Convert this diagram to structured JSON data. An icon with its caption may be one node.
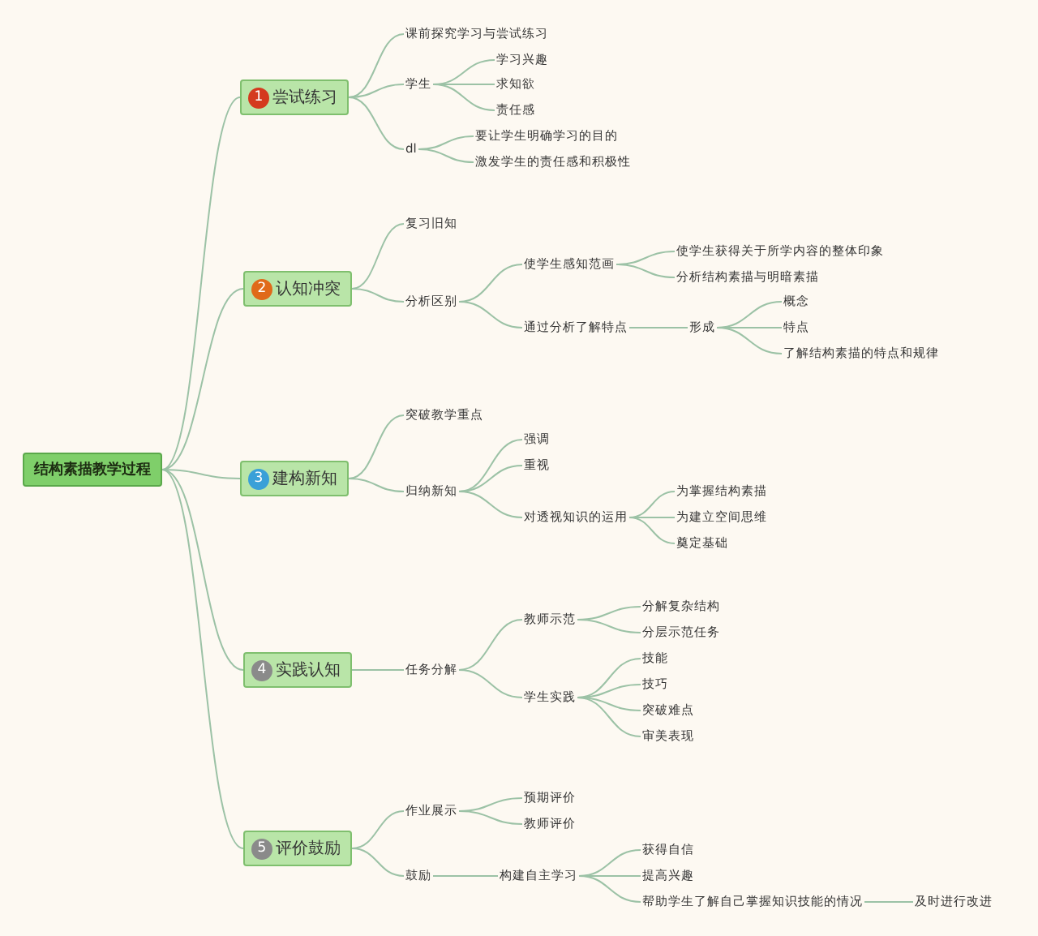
{
  "diagram": {
    "nodes": [
      {
        "text": [
          "结构素描教学过程"
        ]
      },
      {
        "text": [
          "1",
          "尝试练习"
        ]
      },
      {
        "text": [
          "课前探究学习与尝试练习"
        ]
      },
      {
        "text": [
          "学生"
        ]
      },
      {
        "text": [
          "学习兴趣"
        ]
      },
      {
        "text": [
          "求知欲"
        ]
      },
      {
        "text": [
          "责任感"
        ]
      },
      {
        "text": [
          "dl"
        ]
      },
      {
        "text": [
          "要让学生明确学习的目的"
        ]
      },
      {
        "text": [
          "激发学生的责任感和积极性"
        ]
      },
      {
        "text": [
          "2",
          "认知冲突"
        ]
      },
      {
        "text": [
          "复习旧知"
        ]
      },
      {
        "text": [
          "分析区别"
        ]
      },
      {
        "text": [
          "使学生感知范画"
        ]
      },
      {
        "text": [
          "使学生获得关于所学内容的整体印象"
        ]
      },
      {
        "text": [
          "分析结构素描与明暗素描"
        ]
      },
      {
        "text": [
          "通过分析了解特点"
        ]
      },
      {
        "text": [
          "形成"
        ]
      },
      {
        "text": [
          "概念"
        ]
      },
      {
        "text": [
          "特点"
        ]
      },
      {
        "text": [
          "了解结构素描的特点和规律"
        ]
      },
      {
        "text": [
          "3",
          "建构新知"
        ]
      },
      {
        "text": [
          "突破教学重点"
        ]
      },
      {
        "text": [
          "归纳新知"
        ]
      },
      {
        "text": [
          "强调"
        ]
      },
      {
        "text": [
          "重视"
        ]
      },
      {
        "text": [
          "对透视知识的运用"
        ]
      },
      {
        "text": [
          "为掌握结构素描"
        ]
      },
      {
        "text": [
          "为建立空间思维"
        ]
      },
      {
        "text": [
          "奠定基础"
        ]
      },
      {
        "text": [
          "4",
          "实践认知"
        ]
      },
      {
        "text": [
          "任务分解"
        ]
      },
      {
        "text": [
          "教师示范"
        ]
      },
      {
        "text": [
          "分解复杂结构"
        ]
      },
      {
        "text": [
          "分层示范任务"
        ]
      },
      {
        "text": [
          "学生实践"
        ]
      },
      {
        "text": [
          "技能"
        ]
      },
      {
        "text": [
          "技巧"
        ]
      },
      {
        "text": [
          "突破难点"
        ]
      },
      {
        "text": [
          "审美表现"
        ]
      },
      {
        "text": [
          "5",
          "评价鼓励"
        ]
      },
      {
        "text": [
          "作业展示"
        ]
      },
      {
        "text": [
          "鼓励"
        ]
      },
      {
        "text": [
          "预期评价"
        ]
      },
      {
        "text": [
          "教师评价"
        ]
      },
      {
        "text": [
          "构建自主学习"
        ]
      },
      {
        "text": [
          "获得自信"
        ]
      },
      {
        "text": [
          "提高兴趣"
        ]
      },
      {
        "text": [
          "帮助学生了解自己掌握知识技能的情况"
        ]
      },
      {
        "text": [
          "及时进行改进"
        ]
      }
    ],
    "edges": [
      {
        "from": 0,
        "to": 1,
        "arrow": "none"
      },
      {
        "from": 1,
        "to": 2,
        "arrow": "none"
      },
      {
        "from": 1,
        "to": 3,
        "arrow": "none"
      },
      {
        "from": 3,
        "to": 4,
        "arrow": "none"
      },
      {
        "from": 3,
        "to": 5,
        "arrow": "none"
      },
      {
        "from": 3,
        "to": 6,
        "arrow": "none"
      },
      {
        "from": 1,
        "to": 7,
        "arrow": "none"
      },
      {
        "from": 7,
        "to": 8,
        "arrow": "none"
      },
      {
        "from": 7,
        "to": 9,
        "arrow": "none"
      },
      {
        "from": 0,
        "to": 10,
        "arrow": "none"
      },
      {
        "from": 10,
        "to": 11,
        "arrow": "none"
      },
      {
        "from": 10,
        "to": 12,
        "arrow": "none"
      },
      {
        "from": 12,
        "to": 13,
        "arrow": "none"
      },
      {
        "from": 13,
        "to": 14,
        "arrow": "none"
      },
      {
        "from": 13,
        "to": 15,
        "arrow": "none"
      },
      {
        "from": 12,
        "to": 16,
        "arrow": "none"
      },
      {
        "from": 16,
        "to": 17,
        "arrow": "none"
      },
      {
        "from": 17,
        "to": 18,
        "arrow": "none"
      },
      {
        "from": 17,
        "to": 19,
        "arrow": "none"
      },
      {
        "from": 17,
        "to": 20,
        "arrow": "none"
      },
      {
        "from": 0,
        "to": 21,
        "arrow": "none"
      },
      {
        "from": 21,
        "to": 22,
        "arrow": "none"
      },
      {
        "from": 21,
        "to": 23,
        "arrow": "none"
      },
      {
        "from": 23,
        "to": 24,
        "arrow": "none"
      },
      {
        "from": 23,
        "to": 25,
        "arrow": "none"
      },
      {
        "from": 23,
        "to": 26,
        "arrow": "none"
      },
      {
        "from": 26,
        "to": 27,
        "arrow": "none"
      },
      {
        "from": 26,
        "to": 28,
        "arrow": "none"
      },
      {
        "from": 26,
        "to": 29,
        "arrow": "none"
      },
      {
        "from": 0,
        "to": 30,
        "arrow": "none"
      },
      {
        "from": 30,
        "to": 31,
        "arrow": "none"
      },
      {
        "from": 31,
        "to": 32,
        "arrow": "none"
      },
      {
        "from": 32,
        "to": 33,
        "arrow": "none"
      },
      {
        "from": 32,
        "to": 34,
        "arrow": "none"
      },
      {
        "from": 31,
        "to": 35,
        "arrow": "none"
      },
      {
        "from": 35,
        "to": 36,
        "arrow": "none"
      },
      {
        "from": 35,
        "to": 37,
        "arrow": "none"
      },
      {
        "from": 35,
        "to": 38,
        "arrow": "none"
      },
      {
        "from": 35,
        "to": 39,
        "arrow": "none"
      },
      {
        "from": 0,
        "to": 40,
        "arrow": "none"
      },
      {
        "from": 40,
        "to": 41,
        "arrow": "none"
      },
      {
        "from": 41,
        "to": 43,
        "arrow": "none"
      },
      {
        "from": 41,
        "to": 44,
        "arrow": "none"
      },
      {
        "from": 40,
        "to": 42,
        "arrow": "none"
      },
      {
        "from": 42,
        "to": 45,
        "arrow": "none"
      },
      {
        "from": 45,
        "to": 46,
        "arrow": "none"
      },
      {
        "from": 45,
        "to": 47,
        "arrow": "none"
      },
      {
        "from": 45,
        "to": 48,
        "arrow": "none"
      },
      {
        "from": 48,
        "to": 49,
        "arrow": "none"
      }
    ]
  }
}
